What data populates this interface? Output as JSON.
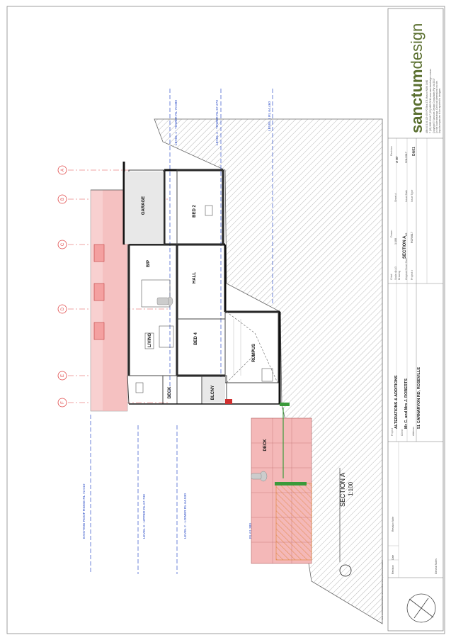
{
  "brand": {
    "name_bold": "sanctum",
    "name_light": "design",
    "contact_line1": "ABN 40 134 129 459  PO Box 271 Mascot NSW 1460",
    "contact_line2": "T (02) 9669 0944  F (02) 9669 0911  www.sanctumdesign.com.au",
    "copyright_line1": "Copyright © Sanctum Design Consultants Pty Ltd 2017",
    "copyright_line2": "Do not scale drawings. Check all dimensions on site.",
    "copyright_line3": "Any discrepancies to be reported to designer.",
    "accent": "#5a6f2f"
  },
  "title_block": {
    "project_label": "Project",
    "project_title": "ALTERATIONS & ADDITIONS",
    "client_label": "Client",
    "client_name": "Mr C. and Mrs J. ROBERTS",
    "address_label": "Address",
    "address": "51 CARNARVON RD, ROSEVILLE",
    "drawing_label": "Drawing",
    "drawing_title": "SECTION A",
    "project_no_label": "Project #",
    "project_no": "RCR0617",
    "issue_type_label": "Issue Type",
    "issue_type": "DA01",
    "sheet_size_label": "Original Sheet Size",
    "sheet_size": "A3",
    "issue_date_label": "Issue Date",
    "issue_date": "9/11/2017",
    "scale_label": "Scale @ A3",
    "scale": "1:100",
    "sheet_no_label": "Sheet #",
    "sheet_no": "A 07",
    "revision_label": "Revision",
    "checked_label": "Chkd",
    "drawn_label": "Drawn"
  },
  "revision_table": {
    "col_revision": "Revision",
    "col_date": "Date",
    "col_note": "Revision Note",
    "general_notes_label": "General Notes",
    "file_path": "FILE: S:\\PROJECTS\\RCR0617\\DA\\RCR0617 DA01.pln   Plotted: 9/11/2017"
  },
  "section_title": "SECTION A",
  "section_scale": "1:100",
  "levels": [
    "EXISTING ROOF RIDGE\nRL 72.010",
    "LEVEL 3 - UPPER\nRL 67.730",
    "LEVEL 2 - LOWER\nRL 64.930",
    "RL 61.380",
    "LEVEL 1 - TOWER\nRL 70.080",
    "LEVEL 2 - TOWER\nRL 67.270",
    "LEVEL 1\nRL 64.460"
  ],
  "grid": [
    "A",
    "B",
    "C",
    "D",
    "E",
    "F"
  ],
  "rooms": [
    "GARAGE",
    "BED 2",
    "B/P",
    "HALL",
    "LIVING",
    "BED 4",
    "RUMPUS",
    "DECK",
    "BLCNY",
    "DECK"
  ],
  "colors": {
    "grid_red": "#e04848",
    "level_blue": "#3050c8",
    "demolish_pink": "#f4b8b8",
    "hatch": "#777777"
  }
}
